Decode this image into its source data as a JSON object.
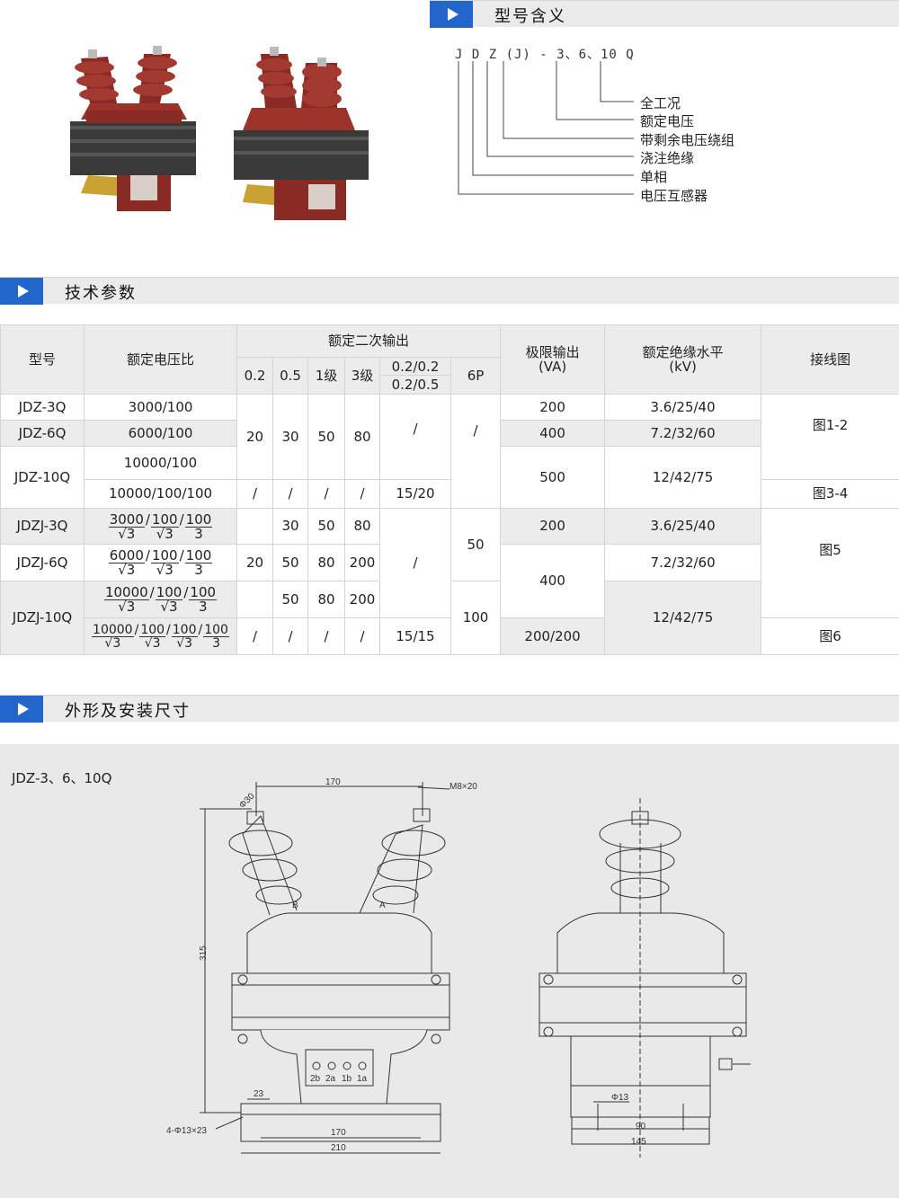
{
  "section1": {
    "title": "型号含义"
  },
  "model": {
    "code": "J D Z (J) -  3、6、10  Q",
    "legend": [
      "全工况",
      "额定电压",
      "带剩余电压绕组",
      "浇注绝缘",
      "单相",
      "电压互感器"
    ]
  },
  "section2": {
    "title": "技术参数"
  },
  "table": {
    "h_model": "型号",
    "h_ratio": "额定电压比",
    "h_secondary": "额定二次输出",
    "h_limit_1": "极限输出",
    "h_limit_2": "(VA)",
    "h_ins_1": "额定绝缘水平",
    "h_ins_2": "(kV)",
    "h_wiring": "接线图",
    "sub_02": "0.2",
    "sub_05": "0.5",
    "sub_1": "1级",
    "sub_3": "3级",
    "sub_0202": "0.2/0.2",
    "sub_0205": "0.2/0.5",
    "sub_6p": "6P",
    "r1_model": "JDZ-3Q",
    "r1_ratio": "3000/100",
    "r1_limit": "200",
    "r1_ins": "3.6/25/40",
    "r2_model": "JDZ-6Q",
    "r2_ratio": "6000/100",
    "r2_limit": "400",
    "r2_ins": "7.2/32/60",
    "r3_model": "JDZ-10Q",
    "r3_ratio": "10000/100",
    "r3_ratio_b": "10000/100/100",
    "r3_limit": "500",
    "r3_ins": "12/42/75",
    "jdz_02": "20",
    "jdz_05": "30",
    "jdz_1": "50",
    "jdz_3": "80",
    "jdz_slash_a": "/",
    "jdz_slash_b": "/",
    "r3b_02": "/",
    "r3b_05": "/",
    "r3b_1": "/",
    "r3b_3": "/",
    "r3b_dual": "15/20",
    "wiring_12": "图1-2",
    "wiring_34": "图3-4",
    "wiring_5": "图5",
    "wiring_6": "图6",
    "r4_model": "JDZJ-3Q",
    "r4_n1": "3000",
    "r4_d1": "√3",
    "r4_n2": "100",
    "r4_d2": "√3",
    "r4_n3": "100",
    "r4_d3": "3",
    "r4_05": "30",
    "r4_1": "50",
    "r4_3": "80",
    "r4_limit": "200",
    "r4_ins": "3.6/25/40",
    "r5_model": "JDZJ-6Q",
    "r5_n1": "6000",
    "r5_d1": "√3",
    "r5_n2": "100",
    "r5_d2": "√3",
    "r5_n3": "100",
    "r5_d3": "3",
    "r5_02": "20",
    "r5_05": "50",
    "r5_1": "80",
    "r5_3": "200",
    "r5_dual": "/",
    "r5_ins": "7.2/32/60",
    "r45_6p": "50",
    "r56_limit": "400",
    "r6_model": "JDZJ-10Q",
    "r6_n1": "10000",
    "r6_d1": "√3",
    "r6_n2": "100",
    "r6_d2": "√3",
    "r6_n3": "100",
    "r6_d3": "3",
    "r6_05": "50",
    "r6_1": "80",
    "r6_3": "200",
    "r6_6p": "100",
    "r6_ins": "12/42/75",
    "r7_n1": "10000",
    "r7_d1": "√3",
    "r7_n2": "100",
    "r7_d2": "√3",
    "r7_n3": "100",
    "r7_d3": "√3",
    "r7_n4": "100",
    "r7_d4": "3",
    "r7_02": "/",
    "r7_05": "/",
    "r7_1": "/",
    "r7_3": "/",
    "r7_dual": "15/15",
    "r7_limit": "200/200"
  },
  "section3": {
    "title": "外形及安装尺寸"
  },
  "drawing": {
    "label": "JDZ-3、6、10Q",
    "d170_top": "170",
    "phi30": "Φ30",
    "m8": "M8×20",
    "d315": "315",
    "term_b": "B",
    "term_a": "A",
    "terms": [
      "2b",
      "2a",
      "1b",
      "1a"
    ],
    "d23": "23",
    "holes": "4-Φ13×23",
    "d170_bot": "170",
    "d210": "210",
    "phi13": "Φ13",
    "d90": "90",
    "d145": "145"
  },
  "colors": {
    "accent": "#2266cc",
    "product": "#8a2a24",
    "band": "#e9e9e9"
  }
}
